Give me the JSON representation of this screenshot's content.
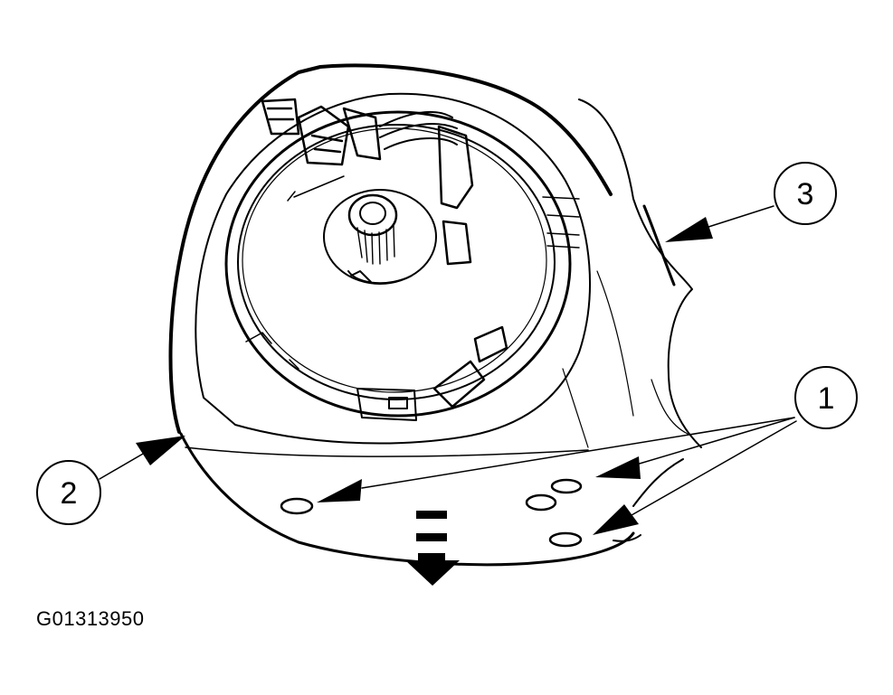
{
  "callouts": [
    {
      "id": "1",
      "label": "1"
    },
    {
      "id": "2",
      "label": "2"
    },
    {
      "id": "3",
      "label": "3"
    }
  ],
  "figure_code": "G01313950",
  "colors": {
    "line": "#000000",
    "background": "#ffffff"
  }
}
